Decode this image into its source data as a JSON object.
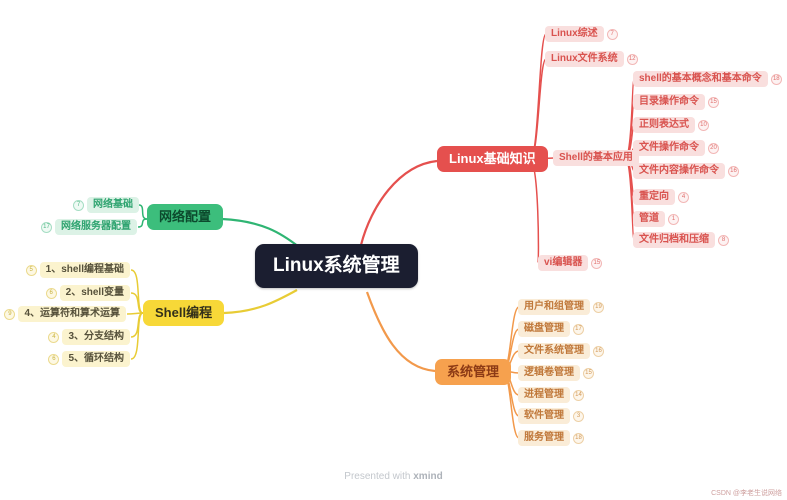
{
  "palette": {
    "central_bg": "#1B1E30",
    "green": "#2FB573",
    "yellow": "#E8CC35",
    "red": "#E5504E",
    "orange": "#F2994B"
  },
  "central": {
    "label": "Linux系统管理"
  },
  "branches": {
    "net": {
      "label": "网络配置",
      "children": [
        {
          "label": "网络基础",
          "badge": "7"
        },
        {
          "label": "网络服务器配置",
          "badge": "17"
        }
      ]
    },
    "shell": {
      "label": "Shell编程",
      "children": [
        {
          "label": "1、shell编程基础",
          "badge": "5"
        },
        {
          "label": "2、shell变量",
          "badge": "6"
        },
        {
          "label": "4、运算符和算术运算",
          "badge": "9"
        },
        {
          "label": "3、分支结构",
          "badge": "4"
        },
        {
          "label": "5、循环结构",
          "badge": "6"
        }
      ]
    },
    "basics": {
      "label": "Linux基础知识",
      "children": [
        {
          "label": "Linux综述",
          "badge": "7"
        },
        {
          "label": "Linux文件系统",
          "badge": "12"
        },
        {
          "label": "Shell的基本应用",
          "children": [
            {
              "label": "shell的基本概念和基本命令",
              "badge": "18"
            },
            {
              "label": "目录操作命令",
              "badge": "15"
            },
            {
              "label": "正则表达式",
              "badge": "10"
            },
            {
              "label": "文件操作命令",
              "badge": "20"
            },
            {
              "label": "文件内容操作命令",
              "badge": "16"
            },
            {
              "label": "重定向",
              "badge": "4"
            },
            {
              "label": "管道",
              "badge": "1"
            },
            {
              "label": "文件归档和压缩",
              "badge": "8"
            }
          ]
        },
        {
          "label": "vi编辑器",
          "badge": "15"
        }
      ]
    },
    "sys": {
      "label": "系统管理",
      "children": [
        {
          "label": "用户和组管理",
          "badge": "19"
        },
        {
          "label": "磁盘管理",
          "badge": "17"
        },
        {
          "label": "文件系统管理",
          "badge": "16"
        },
        {
          "label": "逻辑卷管理",
          "badge": "15"
        },
        {
          "label": "进程管理",
          "badge": "14"
        },
        {
          "label": "软件管理",
          "badge": "3"
        },
        {
          "label": "服务管理",
          "badge": "18"
        }
      ]
    }
  },
  "footer": {
    "presented": "Presented with",
    "brand": "xmind"
  },
  "watermark": "CSDN @李老生说网络"
}
